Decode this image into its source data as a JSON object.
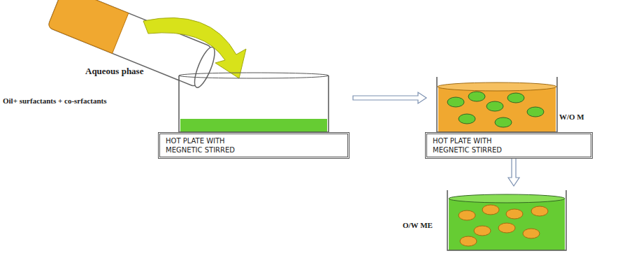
{
  "diagram": {
    "nodes": [
      {
        "text": [
          "HOT PLATE WITH MEGNETIC STIRRED"
        ]
      },
      {
        "text": [
          "HOT PLATE WITH MEGNETIC STIRRED"
        ]
      }
    ],
    "labels": [
      "Aqueous phase",
      "Oil+ surfactants + co-srfactants",
      "W/O M",
      "O/W ME"
    ]
  }
}
